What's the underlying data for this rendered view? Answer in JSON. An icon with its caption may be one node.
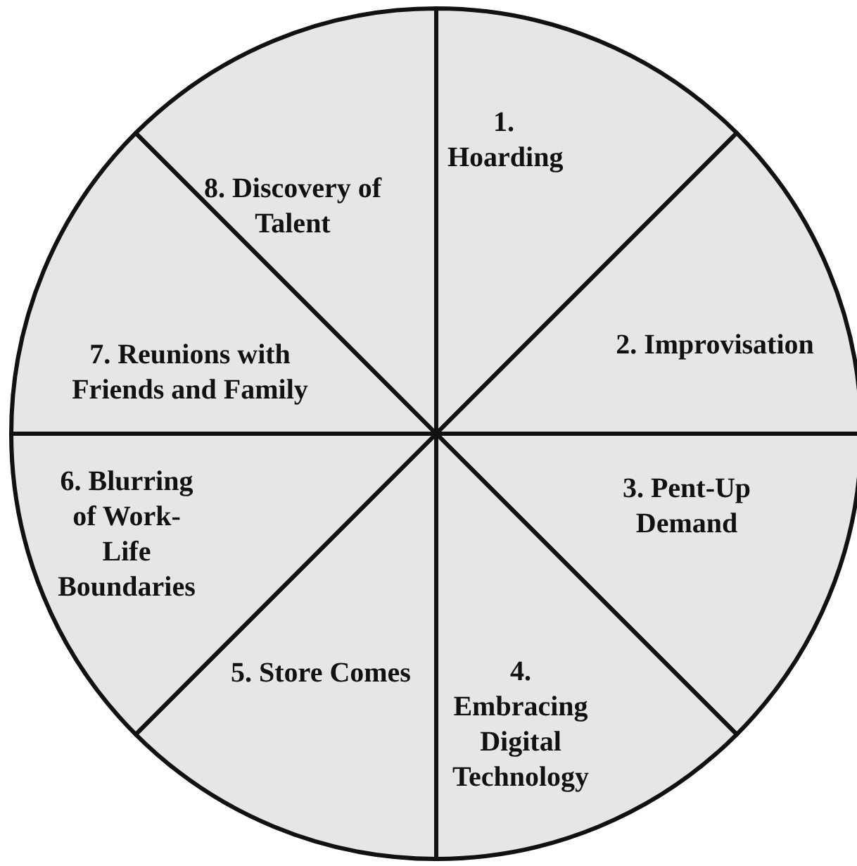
{
  "diagram": {
    "nodes": [
      {
        "text": [
          "1. Hoarding"
        ]
      },
      {
        "text": [
          "2. Improvisation"
        ]
      },
      {
        "text": [
          "3. Pent-Up Demand"
        ]
      },
      {
        "text": [
          "4. Embracing Digital Technology"
        ]
      },
      {
        "text": [
          "5. Store Comes"
        ]
      },
      {
        "text": [
          "6. Blurring of Work-Life Boundaries"
        ]
      },
      {
        "text": [
          "7. Reunions with Friends and Family"
        ]
      },
      {
        "text": [
          "8. Discovery of Talent"
        ]
      }
    ]
  }
}
